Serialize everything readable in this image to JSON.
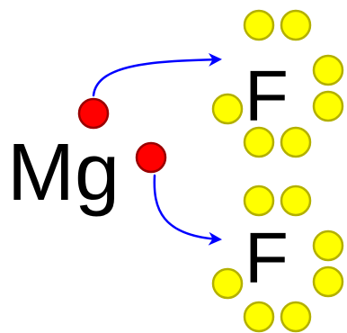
{
  "atoms": {
    "magnesium": {
      "symbol": "Mg",
      "valence_electrons": 2
    },
    "fluorine_top": {
      "symbol": "F",
      "valence_electrons": 7
    },
    "fluorine_bottom": {
      "symbol": "F",
      "valence_electrons": 7
    }
  },
  "colors": {
    "magnesium_electron": "#ff0000",
    "fluorine_electron": "#ffff00",
    "transfer_arrow": "#0000ff",
    "symbol_text": "#000000"
  }
}
